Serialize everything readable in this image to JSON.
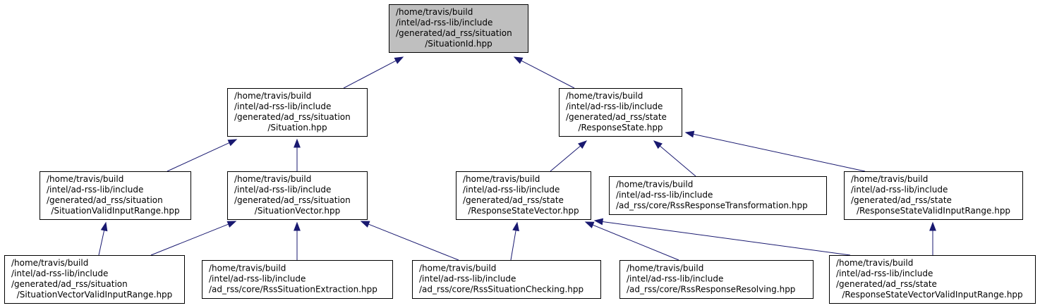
{
  "colors": {
    "edge": "#191970",
    "arrow_fill": "#191970",
    "root_fill": "#bfbfbf",
    "node_fill": "#ffffff",
    "node_stroke": "#000000"
  },
  "nodes": [
    {
      "id": "n0",
      "root": true,
      "align": "center",
      "lines": [
        "/home/travis/build",
        "/intel/ad-rss-lib/include",
        "/generated/ad_rss/situation",
        "/SituationId.hpp"
      ]
    },
    {
      "id": "n1",
      "align": "center",
      "lines": [
        "/home/travis/build",
        "/intel/ad-rss-lib/include",
        "/generated/ad_rss/situation",
        "/Situation.hpp"
      ]
    },
    {
      "id": "n2",
      "align": "center",
      "lines": [
        "/home/travis/build",
        "/intel/ad-rss-lib/include",
        "/generated/ad_rss/state",
        "/ResponseState.hpp"
      ]
    },
    {
      "id": "n3",
      "align": "center",
      "lines": [
        "/home/travis/build",
        "/intel/ad-rss-lib/include",
        "/generated/ad_rss/situation",
        "/SituationValidInputRange.hpp"
      ]
    },
    {
      "id": "n4",
      "align": "center",
      "lines": [
        "/home/travis/build",
        "/intel/ad-rss-lib/include",
        "/generated/ad_rss/situation",
        "/SituationVector.hpp"
      ]
    },
    {
      "id": "n5",
      "align": "center",
      "lines": [
        "/home/travis/build",
        "/intel/ad-rss-lib/include",
        "/generated/ad_rss/state",
        "/ResponseStateVector.hpp"
      ]
    },
    {
      "id": "n6",
      "align": "center",
      "lines": [
        "/home/travis/build",
        "/intel/ad-rss-lib/include",
        "/ad_rss/core/RssResponseTransformation.hpp"
      ]
    },
    {
      "id": "n7",
      "align": "center",
      "lines": [
        "/home/travis/build",
        "/intel/ad-rss-lib/include",
        "/generated/ad_rss/state",
        "/ResponseStateValidInputRange.hpp"
      ]
    },
    {
      "id": "n8",
      "align": "center",
      "lines": [
        "/home/travis/build",
        "/intel/ad-rss-lib/include",
        "/generated/ad_rss/situation",
        "/SituationVectorValidInputRange.hpp"
      ]
    },
    {
      "id": "n9",
      "align": "center",
      "lines": [
        "/home/travis/build",
        "/intel/ad-rss-lib/include",
        "/ad_rss/core/RssSituationExtraction.hpp"
      ]
    },
    {
      "id": "n10",
      "align": "center",
      "lines": [
        "/home/travis/build",
        "/intel/ad-rss-lib/include",
        "/ad_rss/core/RssSituationChecking.hpp"
      ]
    },
    {
      "id": "n11",
      "align": "center",
      "lines": [
        "/home/travis/build",
        "/intel/ad-rss-lib/include",
        "/ad_rss/core/RssResponseResolving.hpp"
      ]
    },
    {
      "id": "n12",
      "align": "center",
      "lines": [
        "/home/travis/build",
        "/intel/ad-rss-lib/include",
        "/generated/ad_rss/state",
        "/ResponseStateVectorValidInputRange.hpp"
      ]
    }
  ],
  "edges": [
    {
      "from": "n1",
      "to": "n0"
    },
    {
      "from": "n2",
      "to": "n0"
    },
    {
      "from": "n3",
      "to": "n1"
    },
    {
      "from": "n4",
      "to": "n1"
    },
    {
      "from": "n5",
      "to": "n2"
    },
    {
      "from": "n6",
      "to": "n2"
    },
    {
      "from": "n7",
      "to": "n2"
    },
    {
      "from": "n8",
      "to": "n3"
    },
    {
      "from": "n8",
      "to": "n4"
    },
    {
      "from": "n9",
      "to": "n4"
    },
    {
      "from": "n10",
      "to": "n4"
    },
    {
      "from": "n10",
      "to": "n5"
    },
    {
      "from": "n11",
      "to": "n5"
    },
    {
      "from": "n12",
      "to": "n5"
    },
    {
      "from": "n12",
      "to": "n7"
    }
  ]
}
